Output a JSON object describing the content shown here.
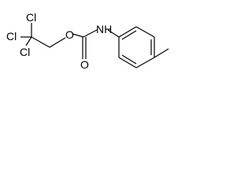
{
  "molecule": {
    "atoms": {
      "cl_top": "Cl",
      "cl_left": "Cl",
      "cl_bottom": "Cl",
      "o_ester": "O",
      "n_amide": "NH",
      "o_carbonyl": "O"
    }
  },
  "colors": {
    "bond": "#000000",
    "label": "#000000",
    "background": "#ffffff"
  }
}
